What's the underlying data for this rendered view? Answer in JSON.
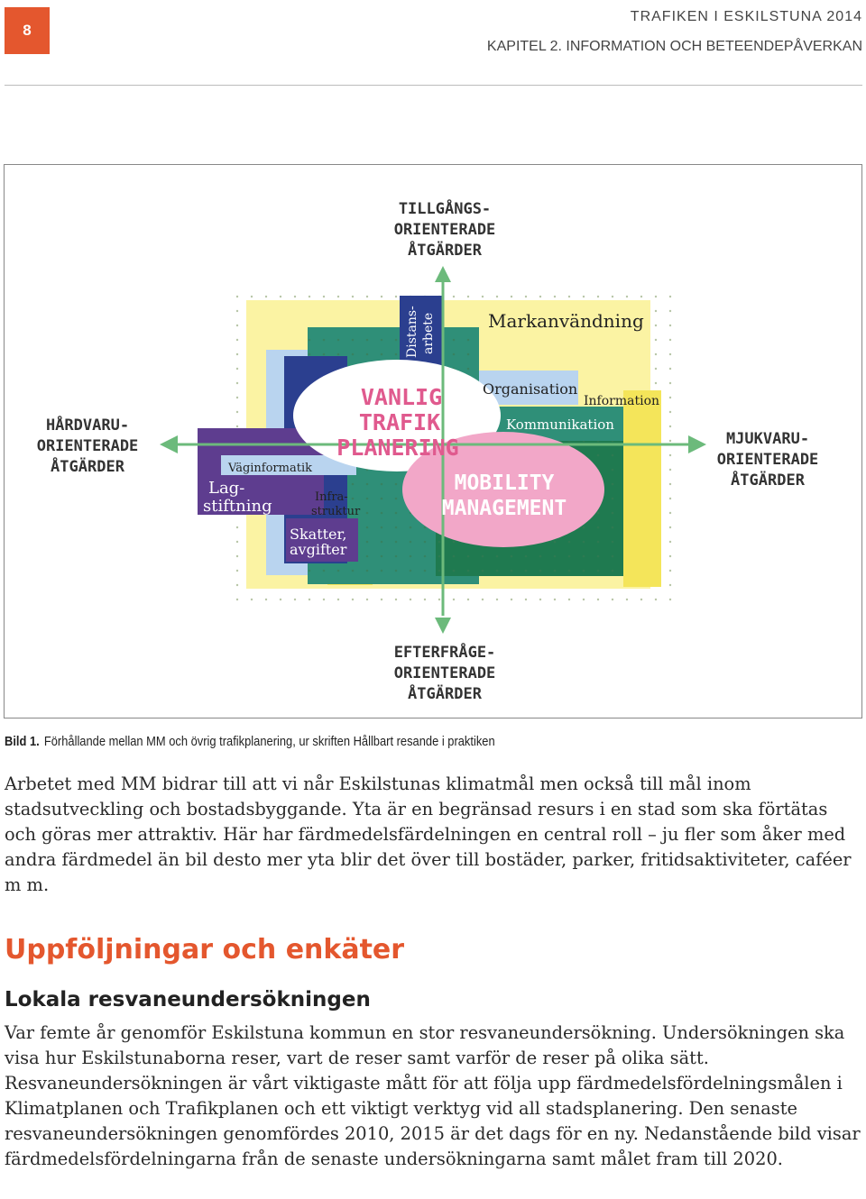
{
  "header": {
    "page_number": "8",
    "title": "TRAFIKEN I ESKILSTUNA 2014",
    "chapter": "KAPITEL 2. INFORMATION OCH BETEENDEPÅVERKAN"
  },
  "figure": {
    "top_label": [
      "TILLGÅNGS-",
      "ORIENTERADE",
      "ÅTGÄRDER"
    ],
    "bottom_label": [
      "EFTERFRÅGE-",
      "ORIENTERADE",
      "ÅTGÄRDER"
    ],
    "left_label": [
      "HÅRDVARU-",
      "ORIENTERADE",
      "ÅTGÄRDER"
    ],
    "right_label": [
      "MJUKVARU-",
      "ORIENTERADE",
      "ÅTGÄRDER"
    ],
    "vanlig": [
      "VANLIG",
      "TRAFIK",
      "PLANERING"
    ],
    "mm": [
      "MOBILITY",
      "MANAGEMENT"
    ],
    "markanvandning": "Markanvändning",
    "organisation": "Organisation",
    "information": "Information",
    "kommunikation": "Kommunikation",
    "distans": [
      "Distans-",
      "arbete"
    ],
    "vaginformatik": "Väginformatik",
    "lagstiftning": [
      "Lag-",
      "stiftning"
    ],
    "infrastruktur": [
      "Infra-",
      "struktur"
    ],
    "skatter": [
      "Skatter,",
      "avgifter"
    ],
    "colors": {
      "yellow": "#fbf3a3",
      "teal": "#2f8f78",
      "green": "#1f7a50",
      "navy": "#2b3f8f",
      "purple": "#5e3d8f",
      "pink": "#f2a7c8",
      "lightblue": "#b9d4ef",
      "yellow_strong": "#f4e55a"
    }
  },
  "caption": {
    "label": "Bild 1.",
    "text": "Förhållande mellan MM och övrig trafikplanering, ur skriften Hållbart resande i praktiken"
  },
  "paragraph1": "Arbetet med MM bidrar till att vi når Eskilstunas klimatmål men också till mål inom stadsutveckling och bostadsbyggande. Yta är en begränsad resurs i en stad som ska förtätas och göras mer attraktiv. Här har färdmedelsfärdelningen en central roll – ju fler som åker med andra färdmedel än bil desto mer yta blir det över till bostäder, parker, fritidsaktiviteter, caféer m m.",
  "heading1": "Uppföljningar och enkäter",
  "heading2": "Lokala resvaneundersökningen",
  "paragraph2": "Var femte år genomför Eskilstuna kommun en stor resvaneundersökning. Undersökningen ska visa hur Eskilstunaborna reser, vart de reser samt varför de reser på olika sätt. Resvaneundersökningen är vårt viktigaste mått för att följa upp färdmedelsfördelningsmålen i Klimatplanen och Trafikplanen och ett viktigt verktyg vid all stadsplanering. Den senaste resvaneundersökningen genomfördes 2010, 2015 är det dags för en ny. Nedanstående bild visar färdmedelsfördelningarna från de senaste undersökningarna samt målet fram till 2020."
}
